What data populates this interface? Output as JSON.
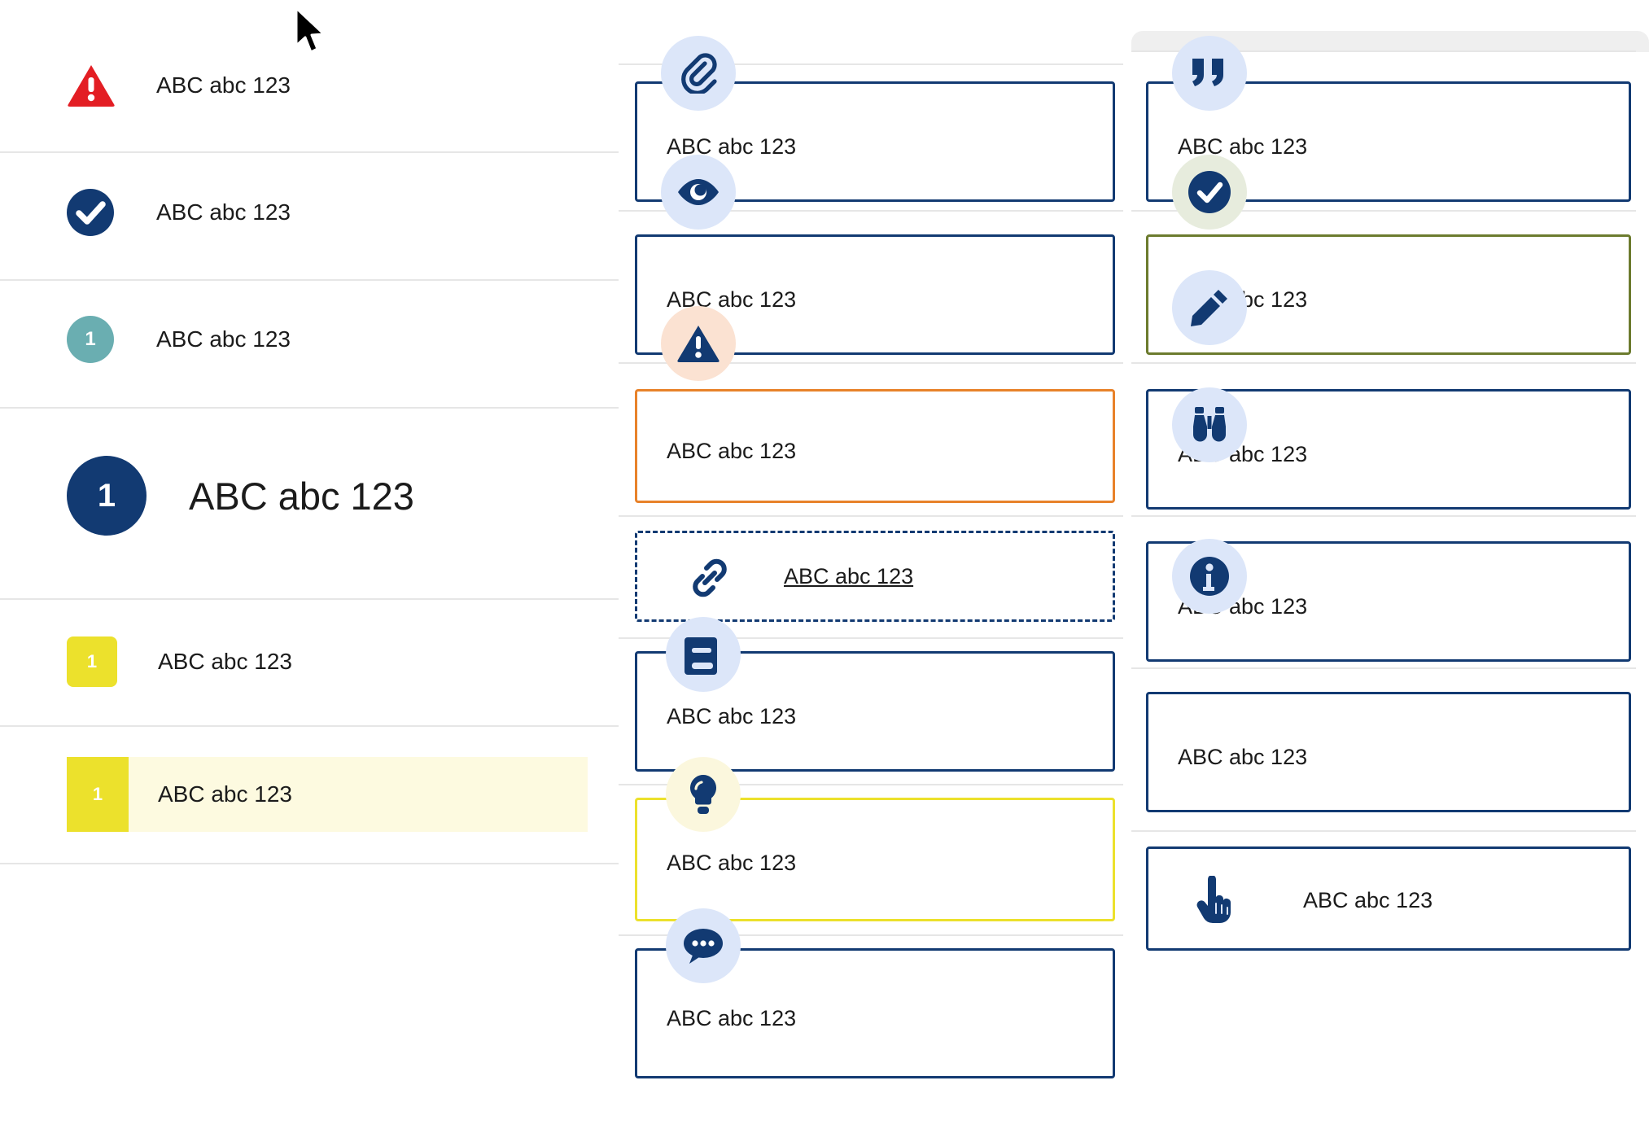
{
  "sample_text": "ABC abc 123",
  "left_column": {
    "items": [
      {
        "id": "alert-error",
        "label": "ABC abc 123",
        "icon": "warning-triangle-icon",
        "badge_text": "",
        "badge_color": "#e31e24",
        "shape": "triangle"
      },
      {
        "id": "status-done",
        "label": "ABC abc 123",
        "icon": "check-circle-icon",
        "badge_text": "",
        "badge_color": "#123a72",
        "shape": "circle"
      },
      {
        "id": "counter-teal",
        "label": "ABC abc 123",
        "icon": "number-badge-icon",
        "badge_text": "1",
        "badge_color": "#6aaeb1",
        "shape": "circle"
      },
      {
        "id": "counter-large",
        "label": "ABC abc 123",
        "icon": "number-badge-icon",
        "badge_text": "1",
        "badge_color": "#123a72",
        "shape": "circle"
      },
      {
        "id": "counter-yellow",
        "label": "ABC abc 123",
        "icon": "number-badge-icon",
        "badge_text": "1",
        "badge_color": "#ece12c",
        "shape": "square"
      },
      {
        "id": "counter-highlight",
        "label": "ABC abc 123",
        "icon": "number-badge-icon",
        "badge_text": "1",
        "badge_color": "#ece12c",
        "shape": "flag",
        "highlight_color": "#fdfae0"
      }
    ]
  },
  "middle_column": {
    "cards": [
      {
        "id": "attachment-card",
        "label": "ABC abc 123",
        "icon": "paperclip-icon",
        "border_color": "#123a72",
        "bubble_color": "#dce6f9",
        "border_style": "solid"
      },
      {
        "id": "preview-card",
        "label": "ABC abc 123",
        "icon": "eye-icon",
        "border_color": "#123a72",
        "bubble_color": "#dce6f9",
        "border_style": "solid"
      },
      {
        "id": "warning-card",
        "label": "ABC abc 123",
        "icon": "warning-triangle-icon",
        "border_color": "#e8822a",
        "bubble_color": "#fbe2d2",
        "border_style": "solid"
      },
      {
        "id": "link-card",
        "label": "ABC abc 123",
        "icon": "link-chain-icon",
        "border_color": "#123a72",
        "bubble_color": "none",
        "border_style": "dashed"
      },
      {
        "id": "book-card",
        "label": "ABC abc 123",
        "icon": "book-icon",
        "border_color": "#123a72",
        "bubble_color": "#dce6f9",
        "border_style": "solid"
      },
      {
        "id": "tip-card",
        "label": "ABC abc 123",
        "icon": "lightbulb-icon",
        "border_color": "#ece12c",
        "bubble_color": "#fbf7dd",
        "border_style": "solid"
      },
      {
        "id": "comment-card",
        "label": "ABC abc 123",
        "icon": "speech-bubble-icon",
        "border_color": "#123a72",
        "bubble_color": "#dce6f9",
        "border_style": "solid"
      }
    ]
  },
  "right_column": {
    "cards": [
      {
        "id": "quote-card",
        "label": "ABC abc 123",
        "icon": "quote-icon",
        "border_color": "#123a72",
        "bubble_color": "#dce6f9",
        "border_style": "solid"
      },
      {
        "id": "success-card",
        "label": "ABC abc 123",
        "icon": "check-circle-icon",
        "border_color": "#6c7b2e",
        "bubble_color": "#e7ecdd",
        "border_style": "solid"
      },
      {
        "id": "edit-card",
        "label": "ABC abc 123",
        "icon": "pencil-icon",
        "border_color": "#123a72",
        "bubble_color": "#dce6f9",
        "border_style": "solid"
      },
      {
        "id": "observe-card",
        "label": "ABC abc 123",
        "icon": "binoculars-icon",
        "border_color": "#123a72",
        "bubble_color": "#dce6f9",
        "border_style": "solid"
      },
      {
        "id": "info-card",
        "label": "ABC abc 123",
        "icon": "info-circle-icon",
        "border_color": "#123a72",
        "bubble_color": "#dce6f9",
        "border_style": "solid"
      },
      {
        "id": "interact-card",
        "label": "ABC abc 123",
        "icon": "pointing-hand-icon",
        "border_color": "#123a72",
        "bubble_color": "none",
        "border_style": "solid"
      }
    ]
  },
  "colors": {
    "brand_navy": "#123a72",
    "alert_red": "#e31e24",
    "warning_orange": "#e8822a",
    "accent_yellow": "#ece12c",
    "success_olive": "#6c7b2e",
    "teal": "#6aaeb1",
    "bubble_blue": "#dce6f9",
    "bubble_peach": "#fbe2d2",
    "bubble_cream": "#fbf7dd",
    "bubble_green": "#e7ecdd",
    "highlight_row": "#fdfae0",
    "rule_gray": "#e6e6e6"
  }
}
